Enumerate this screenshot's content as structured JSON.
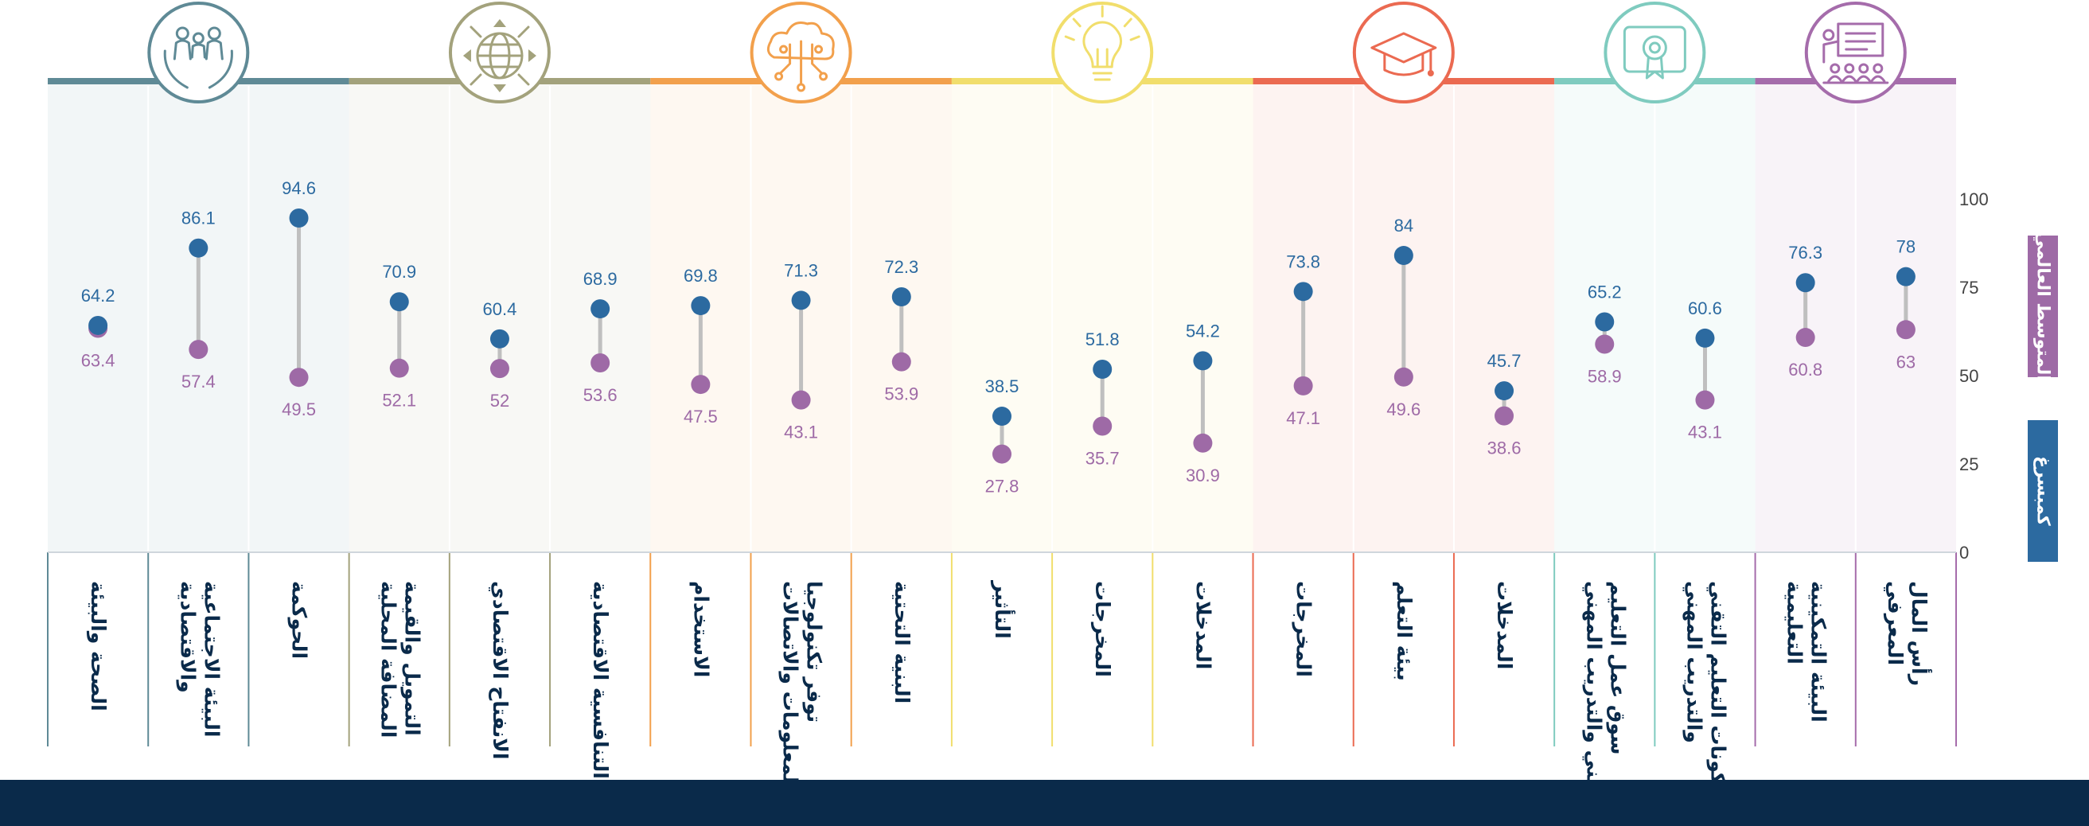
{
  "chart_data": {
    "type": "dumbbell",
    "yaxis": {
      "ticks": [
        0,
        25,
        50,
        75,
        100
      ],
      "range": [
        0,
        100
      ]
    },
    "legend": [
      {
        "name": "المتوسط العالمي",
        "color": "#9e6aa6"
      },
      {
        "name": "كمبسرغ",
        "color": "#2c6aa0"
      }
    ],
    "colors": {
      "country": "#2c6aa0",
      "global": "#9e6aa6",
      "country_label": "#2c6aa0",
      "global_label": "#9e6aa6"
    },
    "groups": [
      {
        "color": "#5f8a96",
        "icon": "community-hands-icon",
        "items": [
          {
            "label": "الصحة والبيئة",
            "country": 64.2,
            "global": 63.4
          },
          {
            "label": "البيئة الاجتماعية والاقتصادية",
            "country": 86.1,
            "global": 57.4
          },
          {
            "label": "الحوكمة",
            "country": 94.6,
            "global": 49.5
          }
        ]
      },
      {
        "color": "#a3a27c",
        "icon": "globe-arrows-icon",
        "items": [
          {
            "label": "التمويل والقيمة المضافة المحلية",
            "country": 70.9,
            "global": 52.1
          },
          {
            "label": "الانفتاح الاقتصادي",
            "country": 60.4,
            "global": 52.0
          },
          {
            "label": "التنافسية الاقتصادية",
            "country": 68.9,
            "global": 53.6
          }
        ]
      },
      {
        "color": "#f2a04c",
        "icon": "cloud-network-icon",
        "items": [
          {
            "label": "الاستخدام",
            "country": 69.8,
            "global": 47.5
          },
          {
            "label": "توفر تكنولوجيا المعلومات والاتصالات",
            "country": 71.3,
            "global": 43.1
          },
          {
            "label": "البنية التحتية",
            "country": 72.3,
            "global": 53.9
          }
        ]
      },
      {
        "color": "#f1de6c",
        "icon": "lightbulb-icon",
        "items": [
          {
            "label": "التأثير",
            "country": 38.5,
            "global": 27.8
          },
          {
            "label": "المخرجات",
            "country": 51.8,
            "global": 35.7
          },
          {
            "label": "المدخلات",
            "country": 54.2,
            "global": 30.9
          }
        ]
      },
      {
        "color": "#eb6a51",
        "icon": "graduation-cap-icon",
        "items": [
          {
            "label": "المخرجات",
            "country": 73.8,
            "global": 47.1
          },
          {
            "label": "بيئة التعلم",
            "country": 84.0,
            "global": 49.6
          },
          {
            "label": "المدخلات",
            "country": 45.7,
            "global": 38.6
          }
        ]
      },
      {
        "color": "#7fcbbf",
        "icon": "certificate-screen-icon",
        "items": [
          {
            "label": "سوق عمل التعليم التقني والتدريب المهني",
            "country": 65.2,
            "global": 58.9
          },
          {
            "label": "مكونات التعليم التقني والتدريب المهني",
            "country": 60.6,
            "global": 43.1
          }
        ]
      },
      {
        "color": "#a56cab",
        "icon": "classroom-icon",
        "items": [
          {
            "label": "البيئة التمكينية التعليمية",
            "country": 76.3,
            "global": 60.8
          },
          {
            "label": "رأس المال المعرفي",
            "country": 78.0,
            "global": 63.0
          }
        ]
      }
    ]
  }
}
